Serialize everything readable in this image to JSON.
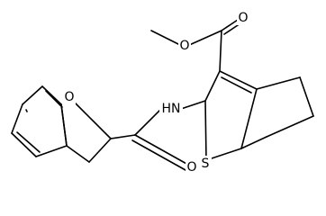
{
  "diagram": {
    "type": "chemical-structure",
    "line_color": "#000000",
    "background": "#ffffff",
    "atom_labels": {
      "ester_carbonyl_o": "O",
      "ester_ether_o": "O",
      "amide_nh": "HN",
      "thiophene_s": "S",
      "furan_o": "O",
      "amide_carbonyl_o": "O"
    }
  }
}
